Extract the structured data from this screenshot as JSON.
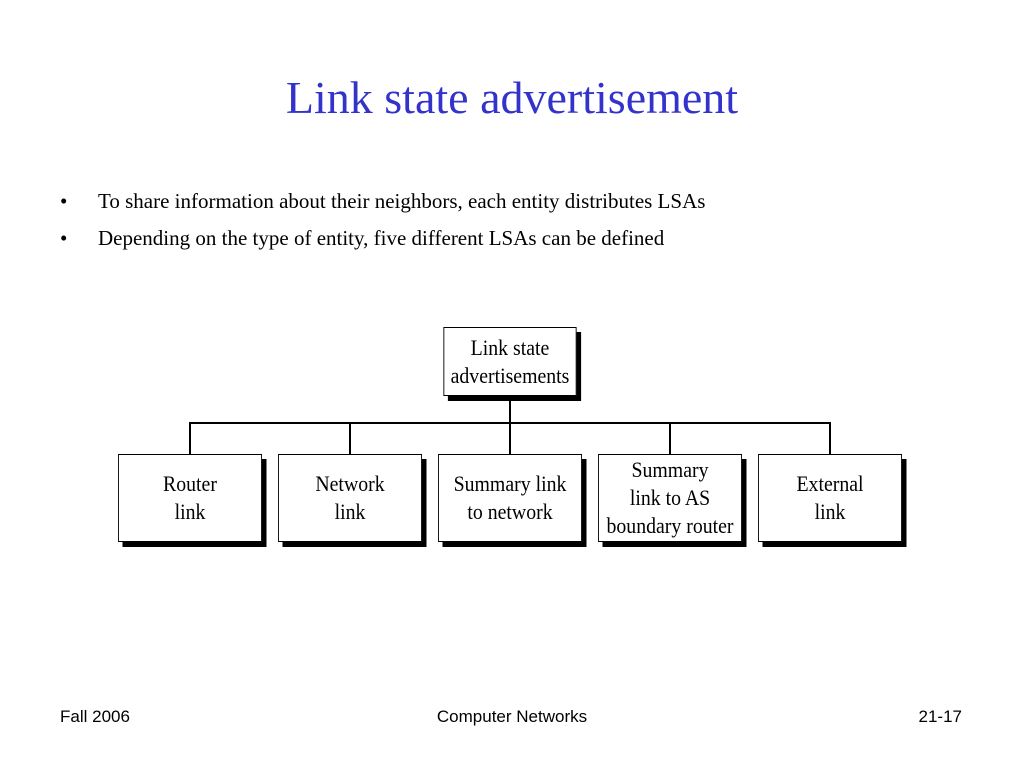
{
  "slide": {
    "title": "Link state advertisement",
    "bullets": [
      "To share information about their neighbors, each entity distributes LSAs",
      "Depending on the type of entity, five different LSAs can be defined"
    ],
    "bullet_symbol": "•"
  },
  "diagram": {
    "root": "Link state\nadvertisements",
    "children": [
      "Router\nlink",
      "Network\nlink",
      "Summary link\nto network",
      "Summary\nlink to AS\nboundary router",
      "External\nlink"
    ]
  },
  "footer": {
    "left": "Fall 2006",
    "center": "Computer Networks",
    "right": "21-17"
  },
  "colors": {
    "title": "#3333cc"
  }
}
